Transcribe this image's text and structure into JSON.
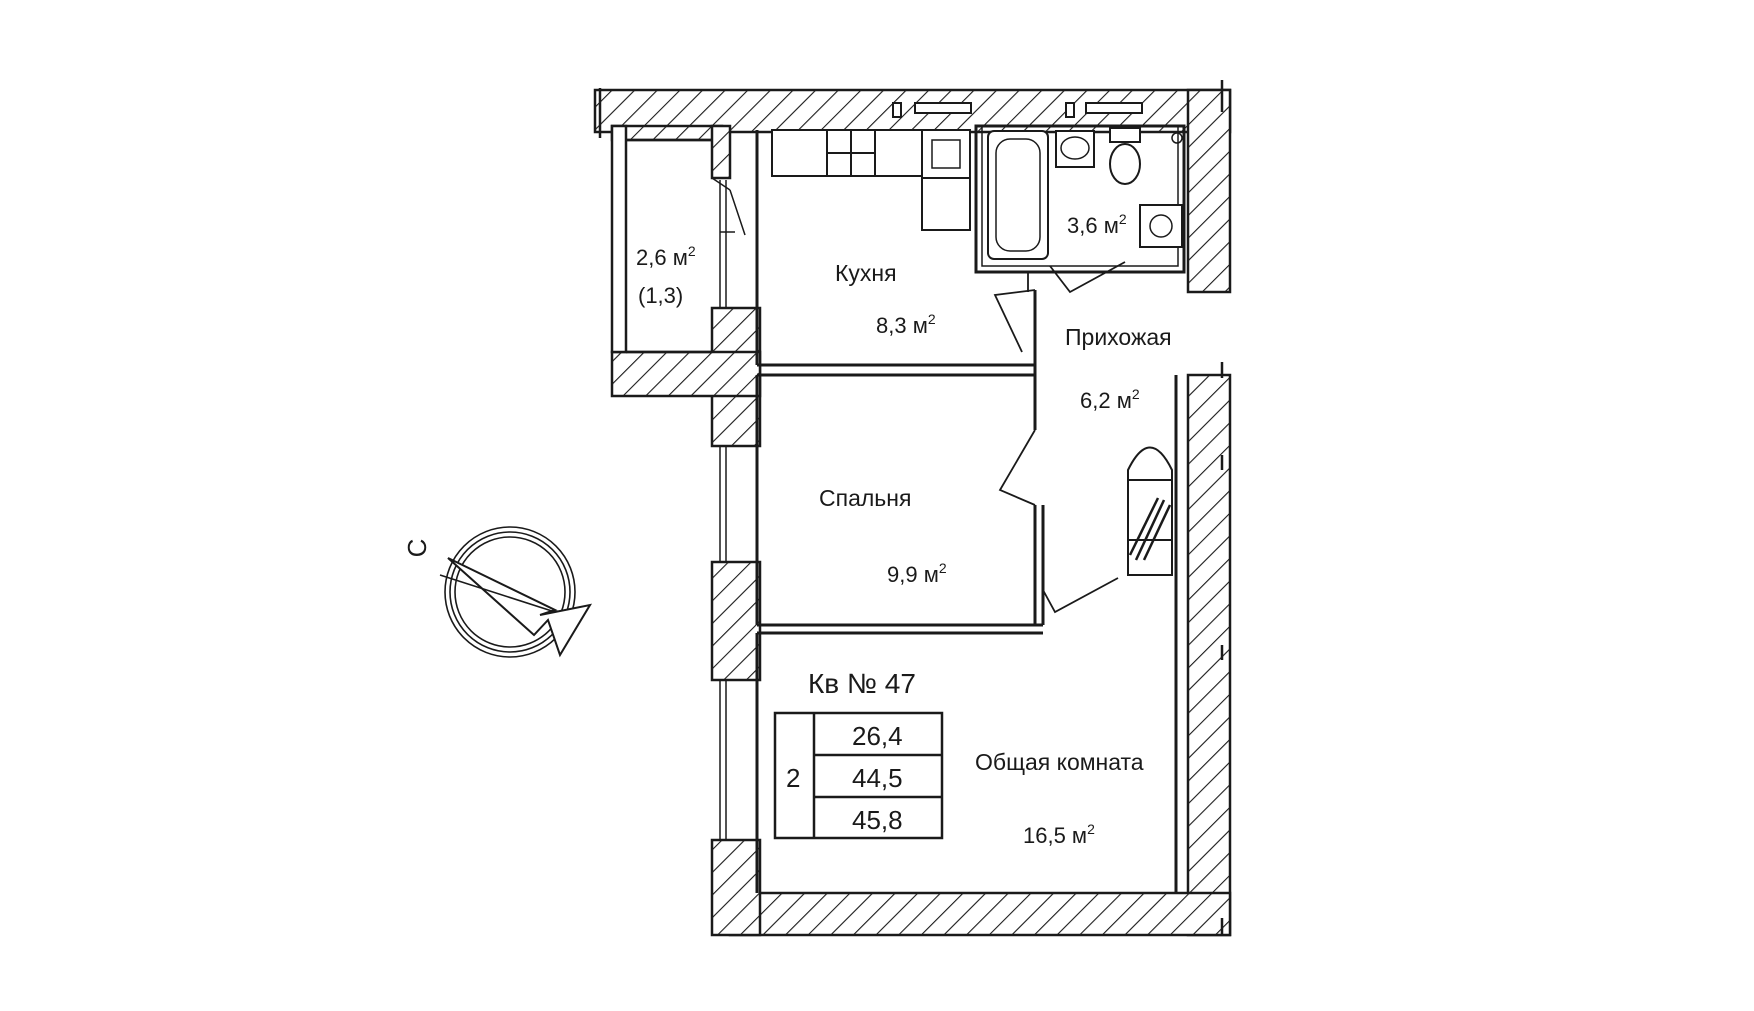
{
  "rooms": {
    "balcony": {
      "area": "2,6 м",
      "area_sup": "2",
      "coef": "(1,3)"
    },
    "kitchen": {
      "name": "Кухня",
      "area": "8,3 м",
      "area_sup": "2"
    },
    "bathroom": {
      "area": "3,6 м",
      "area_sup": "2"
    },
    "hallway": {
      "name": "Прихожая",
      "area": "6,2 м",
      "area_sup": "2"
    },
    "bedroom": {
      "name": "Спальня",
      "area": "9,9 м",
      "area_sup": "2"
    },
    "living": {
      "name": "Общая комната",
      "area": "16,5 м",
      "area_sup": "2"
    }
  },
  "apartment": {
    "title": "Кв № 47",
    "rooms_count": "2",
    "areas": [
      "26,4",
      "44,5",
      "45,8"
    ]
  },
  "compass": {
    "north_label": "С"
  },
  "colors": {
    "line": "#1a1a1a",
    "background": "#ffffff"
  }
}
